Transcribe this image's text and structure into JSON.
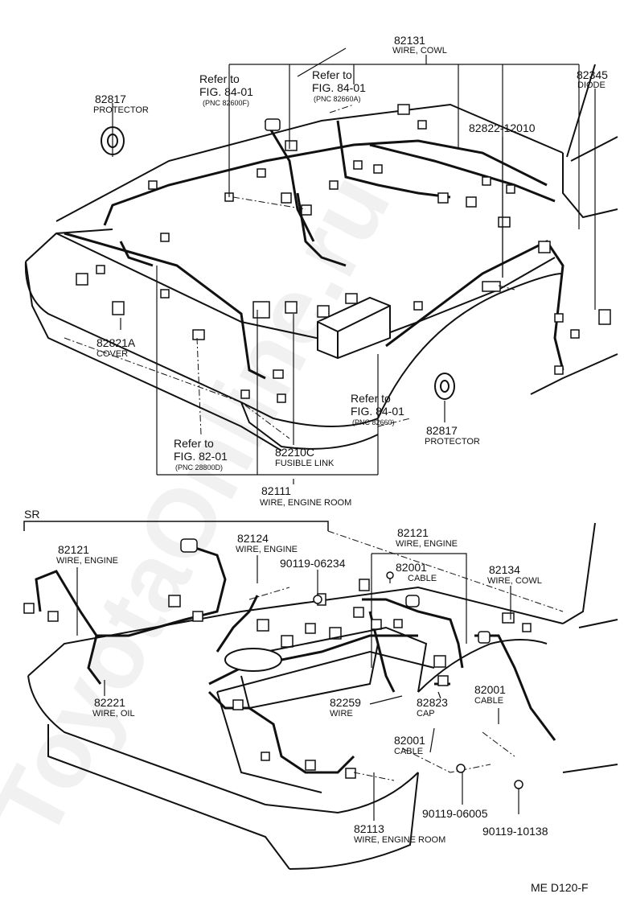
{
  "watermark": "ToyotaOnline.ru",
  "section_label": "SR",
  "footer_code": "ME  D120-F",
  "parts": {
    "p82131": {
      "number": "82131",
      "name": "WIRE, COWL"
    },
    "p82345": {
      "number": "82345",
      "name": "DIODE"
    },
    "p82817a": {
      "number": "82817",
      "name": "PROTECTOR"
    },
    "p82822": {
      "number": "82822-12010"
    },
    "p82821A": {
      "number": "82821A",
      "name": "COVER"
    },
    "p82817b": {
      "number": "82817",
      "name": "PROTECTOR"
    },
    "p82210C": {
      "number": "82210C",
      "name": "FUSIBLE LINK"
    },
    "p82111": {
      "number": "82111",
      "name": "WIRE, ENGINE ROOM"
    },
    "p82121a": {
      "number": "82121",
      "name": "WIRE, ENGINE"
    },
    "p82124": {
      "number": "82124",
      "name": "WIRE, ENGINE"
    },
    "p82121b": {
      "number": "82121",
      "name": "WIRE, ENGINE"
    },
    "p9011906234": {
      "number": "90119-06234"
    },
    "p82001a": {
      "number": "82001",
      "name": "CABLE"
    },
    "p82134": {
      "number": "82134",
      "name": "WIRE, COWL"
    },
    "p82221": {
      "number": "82221",
      "name": "WIRE, OIL"
    },
    "p82259": {
      "number": "82259",
      "name": "WIRE"
    },
    "p82823": {
      "number": "82823",
      "name": "CAP"
    },
    "p82001b": {
      "number": "82001",
      "name": "CABLE"
    },
    "p82001c": {
      "number": "82001",
      "name": "CABLE"
    },
    "p9011906005": {
      "number": "90119-06005"
    },
    "p9011910138": {
      "number": "90119-10138"
    },
    "p82113": {
      "number": "82113",
      "name": "WIRE, ENGINE ROOM"
    }
  },
  "refs": {
    "r1": {
      "line1": "Refer to",
      "line2": "FIG. 84-01",
      "line3": "(PNC 82600F)"
    },
    "r2": {
      "line1": "Refer to",
      "line2": "FIG. 84-01",
      "line3": "(PNC 82660A)"
    },
    "r3": {
      "line1": "Refer to",
      "line2": "FIG. 84-01",
      "line3": "(PNC 82660)"
    },
    "r4": {
      "line1": "Refer to",
      "line2": "FIG. 82-01",
      "line3": "(PNC 28800D)"
    }
  }
}
